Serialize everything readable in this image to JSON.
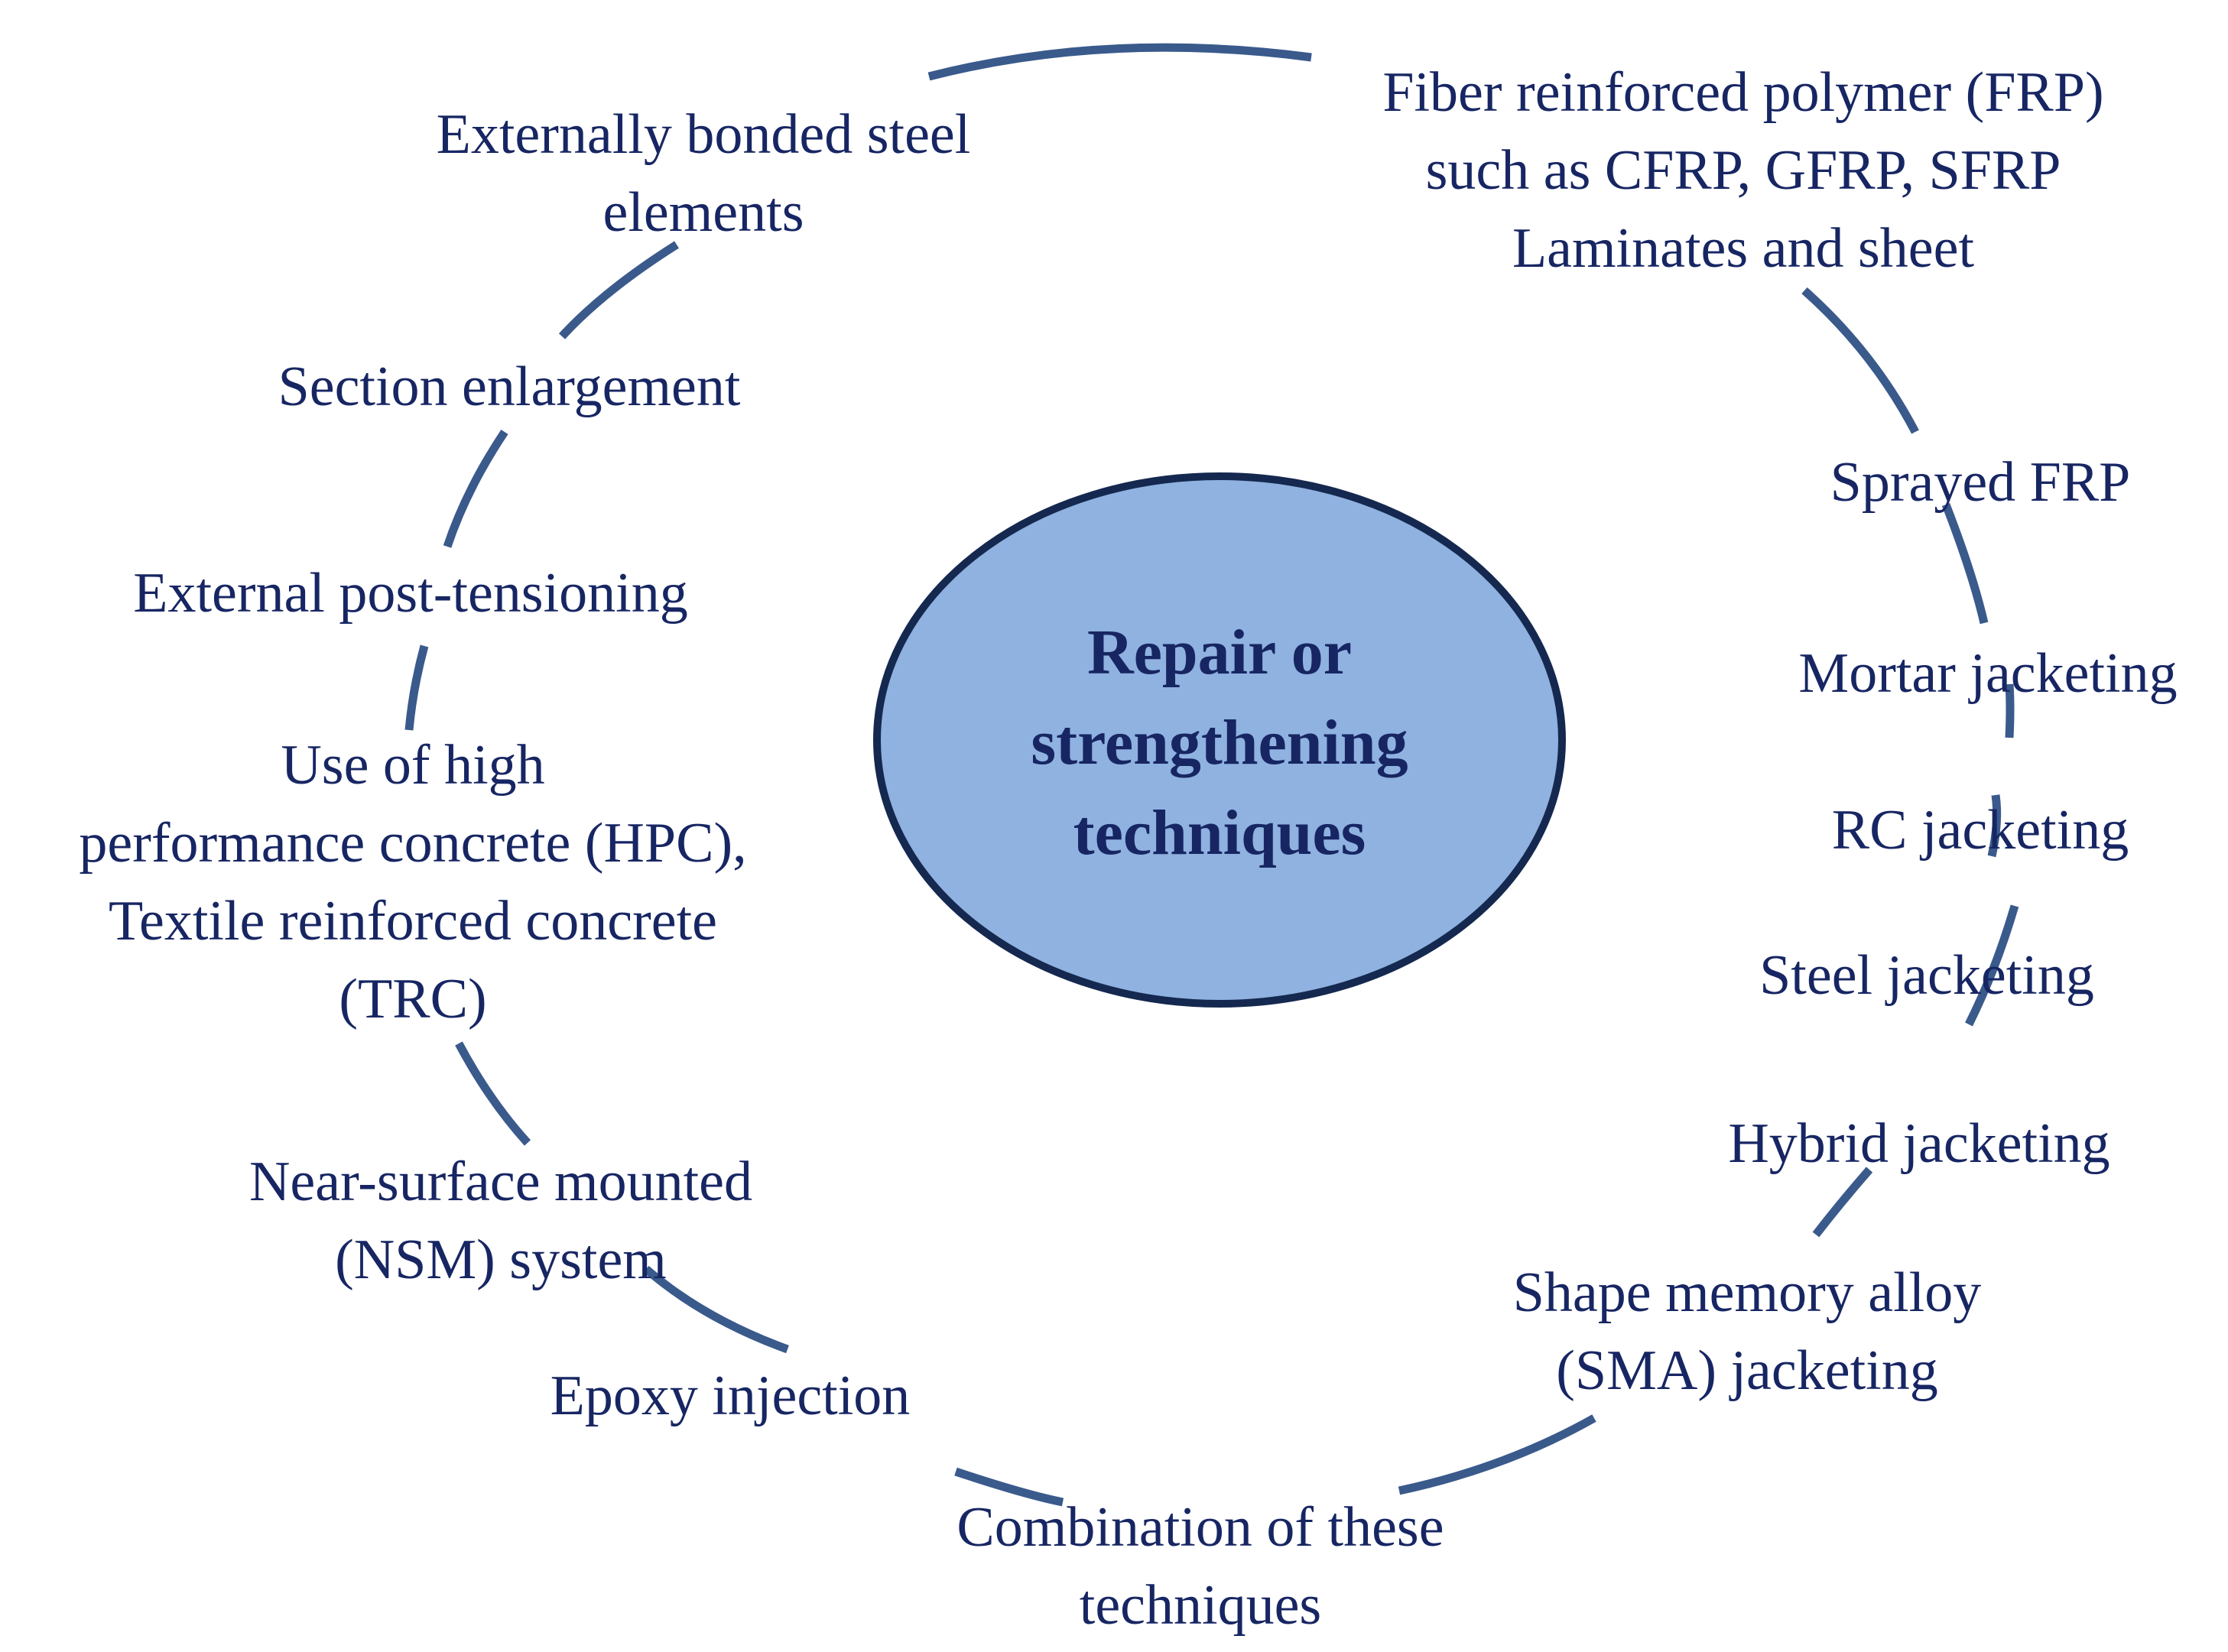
{
  "colors": {
    "ring": "#3a5a8c",
    "hub_fill": "#8fb2e0",
    "hub_stroke": "#15284f",
    "text": "#172663"
  },
  "hub": {
    "title": "Repair or\nstrengthening\ntechniques"
  },
  "techniques": [
    {
      "text": "Externally bonded steel\nelements"
    },
    {
      "text": "Fiber reinforced polymer (FRP)\nsuch as CFRP, GFRP, SFRP\nLaminates and sheet"
    },
    {
      "text": "Section enlargement"
    },
    {
      "text": "Sprayed FRP"
    },
    {
      "text": "External post-tensioning"
    },
    {
      "text": "Mortar jacketing"
    },
    {
      "text": "Use of  high\nperformance concrete (HPC),\nTextile reinforced concrete\n(TRC)"
    },
    {
      "text": "RC jacketing"
    },
    {
      "text": "Steel  jacketing"
    },
    {
      "text": "Hybrid jacketing"
    },
    {
      "text": "Near-surface mounted\n(NSM) system"
    },
    {
      "text": "Shape memory alloy\n(SMA) jacketing"
    },
    {
      "text": "Epoxy injection"
    },
    {
      "text": "Combination of these\ntechniques"
    }
  ]
}
